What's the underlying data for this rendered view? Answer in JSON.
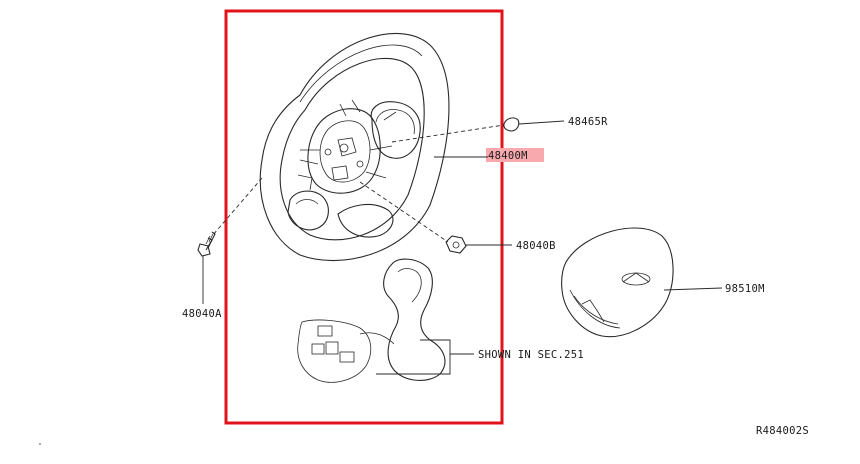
{
  "parts": {
    "label_48465R": "48465R",
    "label_48400M": "48400M",
    "label_48040B": "48040B",
    "label_98510M": "98510M",
    "label_48040A": "48040A"
  },
  "note": "SHOWN IN SEC.251",
  "ref_code": "R484002S",
  "colors": {
    "highlight_box": "#e0131b",
    "highlight_label_bg": "#f7a9ae",
    "line": "#2a2a2a"
  },
  "icons": {
    "steering_wheel": "steering-wheel-icon",
    "airbag_module": "airbag-module-icon",
    "bolt": "bolt-icon",
    "nut": "nut-icon",
    "clip": "clip-icon",
    "switch_assembly": "switch-assembly-icon",
    "brand_logo": "infiniti-logo-icon"
  }
}
